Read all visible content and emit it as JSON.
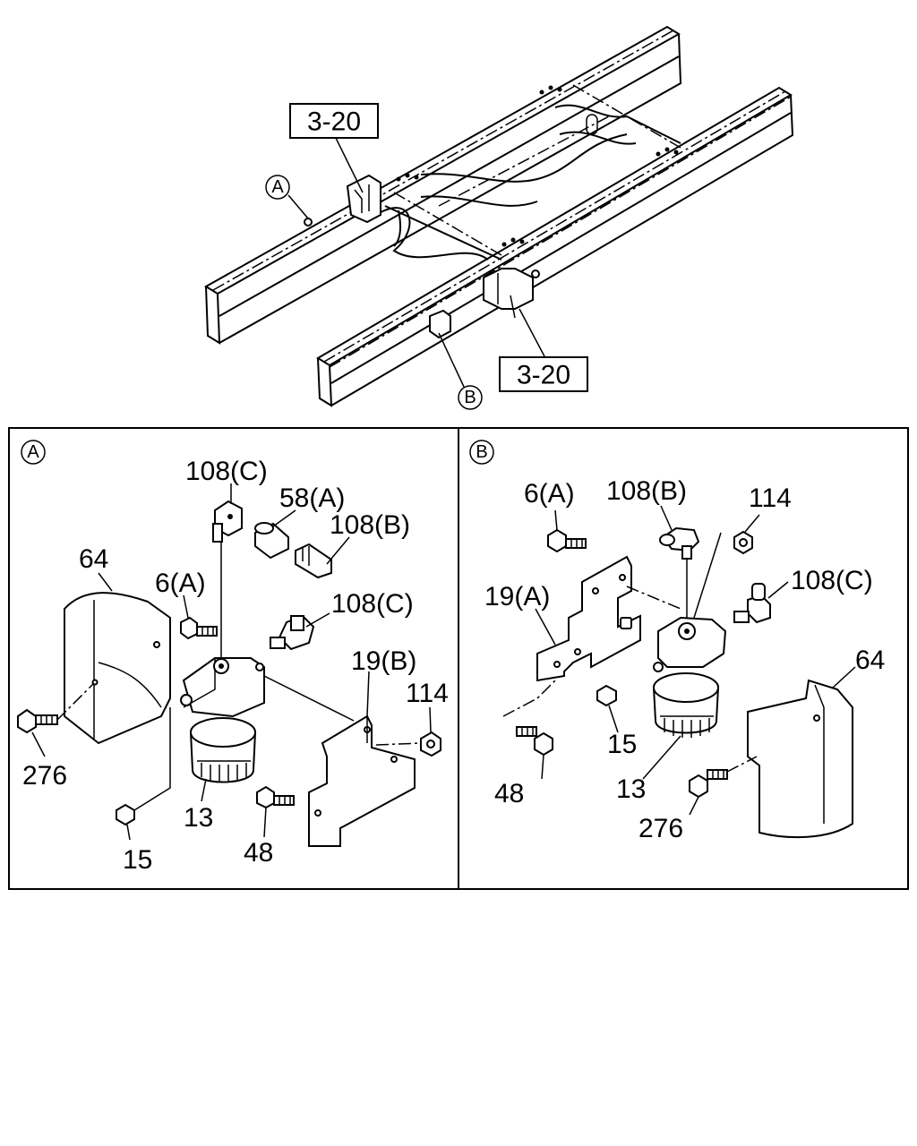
{
  "overview": {
    "ref_top": "3-20",
    "ref_bottom": "3-20",
    "callout_a": "A",
    "callout_b": "B"
  },
  "panel_a": {
    "marker": "A",
    "labels": {
      "p108c_top": "108(C)",
      "p58a": "58(A)",
      "p108b": "108(B)",
      "p64": "64",
      "p6a": "6(A)",
      "p108c_right": "108(C)",
      "p19b": "19(B)",
      "p114": "114",
      "p276": "276",
      "p13": "13",
      "p48": "48",
      "p15": "15"
    }
  },
  "panel_b": {
    "marker": "B",
    "labels": {
      "p6a": "6(A)",
      "p108b": "108(B)",
      "p114": "114",
      "p19a": "19(A)",
      "p108c": "108(C)",
      "p64": "64",
      "p15": "15",
      "p48": "48",
      "p13": "13",
      "p276": "276"
    }
  }
}
